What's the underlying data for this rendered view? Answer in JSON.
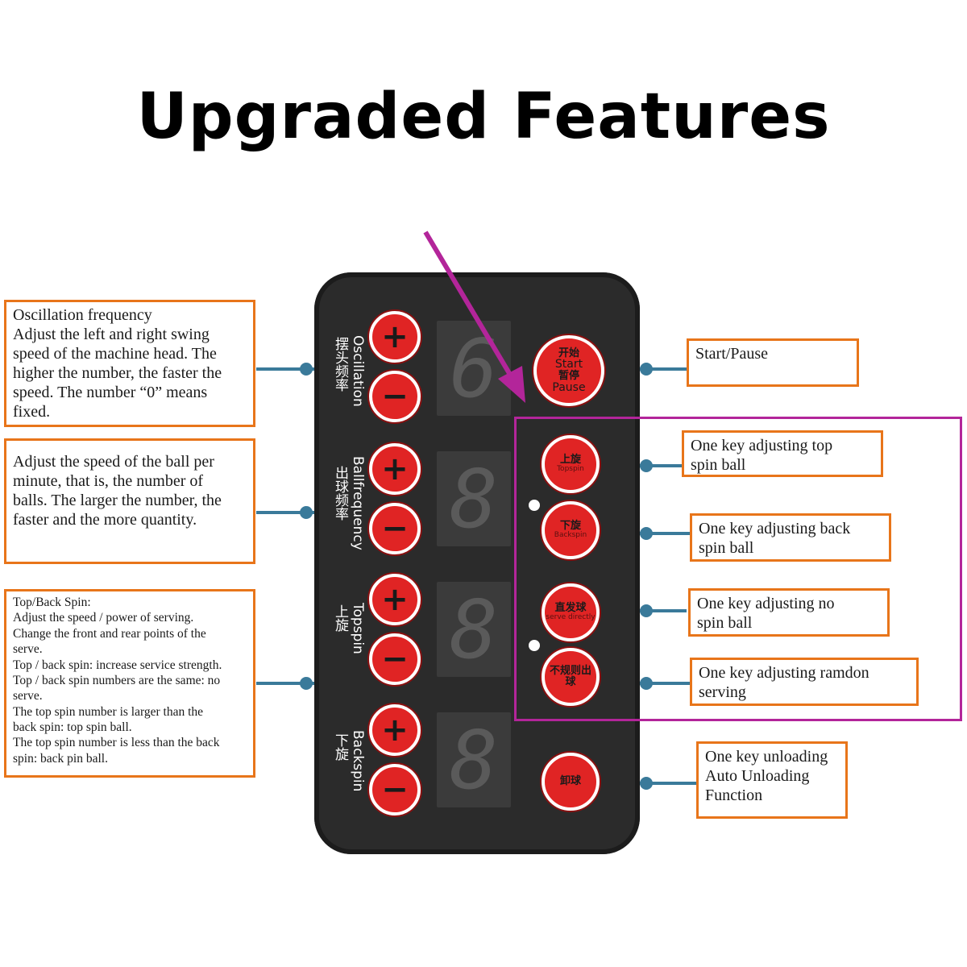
{
  "title": "Upgraded Features",
  "left_notes": {
    "oscillation": [
      "Oscillation frequency",
      "Adjust the left and right swing",
      "speed of the machine head. The",
      "higher the number, the faster the",
      "speed. The number “0” means",
      "fixed."
    ],
    "ball_frequency": [
      "Adjust the speed of the ball per",
      "minute, that is, the number of",
      "balls. The larger the number, the",
      "faster and the more quantity."
    ],
    "spin": [
      "Top/Back Spin:",
      "Adjust the speed / power of serving.",
      "Change the front and rear points of the",
      "serve.",
      "Top / back spin: increase service strength.",
      "Top / back spin numbers are the same: no",
      "serve.",
      "The top spin number is larger than the",
      "back spin: top spin ball.",
      "The top spin number is less than the back",
      "spin: back pin ball."
    ]
  },
  "right_notes": {
    "start_pause": [
      "Start/Pause"
    ],
    "topspin": [
      "One key adjusting top",
      "spin ball"
    ],
    "backspin": [
      "One key adjusting back",
      "spin ball"
    ],
    "nospin": [
      "One key adjusting no",
      "spin ball"
    ],
    "random": [
      "One key adjusting ramdon",
      "serving"
    ],
    "unloading": [
      "One key unloading",
      "Auto Unloading",
      "Function"
    ]
  },
  "panel": {
    "rows": [
      {
        "cn": "摆头频率",
        "en": "Oscillation",
        "display": "6"
      },
      {
        "cn": "出球频率",
        "en": "Ballfrequency",
        "display": "8"
      },
      {
        "cn": "上旋",
        "en": "Topspin",
        "display": "8"
      },
      {
        "cn": "下旋",
        "en": "Backspin",
        "display": "8"
      }
    ],
    "plus": "+",
    "minus": "−",
    "start_button": {
      "cn_top": "开始",
      "en_top": "Start",
      "cn_bottom": "暂停",
      "en_bottom": "Pause"
    },
    "func_buttons": [
      {
        "cn": "上旋",
        "en": "Topspin"
      },
      {
        "cn": "下旋",
        "en": "Backspin"
      },
      {
        "cn": "直发球",
        "en": "serve directly"
      },
      {
        "cn": "不规则出球",
        "en": ""
      }
    ],
    "unload_button": {
      "cn": "卸球"
    }
  },
  "colors": {
    "note_border": "#e8751a",
    "highlight": "#b3259a",
    "button": "#e02424",
    "wire": "#3a7a9a"
  }
}
